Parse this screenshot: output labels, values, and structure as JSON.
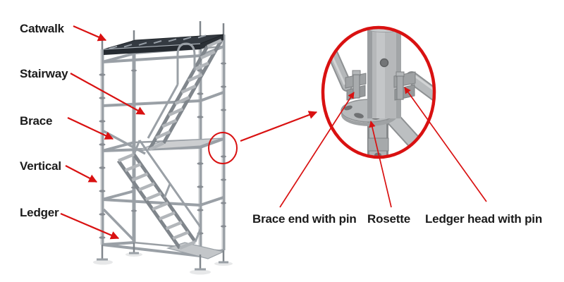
{
  "colors": {
    "accent_red": "#d91111",
    "label_text": "#1b1b1b",
    "steel_mid": "#9aa0a6",
    "steel_dark": "#80868c",
    "steel_light": "#c7cacd",
    "catwalk_dark": "#343a41",
    "background": "#ffffff"
  },
  "scaffold_labels": [
    {
      "id": "catwalk",
      "label": "Catwalk"
    },
    {
      "id": "stairway",
      "label": "Stairway"
    },
    {
      "id": "brace",
      "label": "Brace"
    },
    {
      "id": "vertical",
      "label": "Vertical"
    },
    {
      "id": "ledger",
      "label": "Ledger"
    }
  ],
  "detail_labels": [
    {
      "id": "brace-end",
      "label": "Brace end with pin"
    },
    {
      "id": "rosette",
      "label": "Rosette"
    },
    {
      "id": "ledger-head",
      "label": "Ledger head with pin"
    }
  ]
}
